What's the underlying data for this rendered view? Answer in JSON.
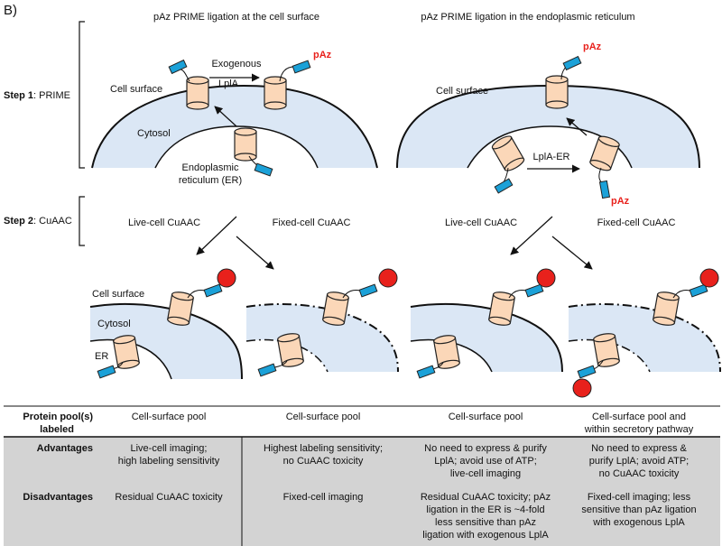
{
  "panel_label": "B)",
  "colors": {
    "cytosol": "#dbe7f5",
    "protein": "#fbd7b8",
    "tag": "#1ba1d8",
    "probe": "#e8211c",
    "pAz": "#e8211c",
    "table_shade": "#d3d3d3"
  },
  "icons": [
    "membrane-protein-icon",
    "lpla-tag-icon",
    "probe-sphere-icon",
    "arrow-icon",
    "bracket-icon"
  ],
  "left_panel": {
    "title": "pAz PRIME ligation at the cell surface",
    "exogenous_line1": "Exogenous",
    "exogenous_line2": "LplA",
    "pAz": "pAz",
    "cell_surface": "Cell surface",
    "cytosol": "Cytosol",
    "er_line1": "Endoplasmic",
    "er_line2": "reticulum (ER)"
  },
  "right_panel": {
    "title": "pAz PRIME ligation in the endoplasmic reticulum",
    "pAz_top": "pAz",
    "cell_surface": "Cell surface",
    "lpla_er": "LplA-ER",
    "pAz_bottom": "pAz"
  },
  "steps": {
    "step1_bold": "Step 1",
    "step1_rest": ": PRIME",
    "step2_bold": "Step 2",
    "step2_rest": ": CuAAC"
  },
  "branches": {
    "live": "Live-cell CuAAC",
    "fixed": "Fixed-cell CuAAC"
  },
  "result_labels": {
    "cell_surface": "Cell surface",
    "cytosol": "Cytosol",
    "er": "ER"
  },
  "table": {
    "row_headers": {
      "pools_line1": "Protein pool(s)",
      "pools_line2": "labeled",
      "advantages": "Advantages",
      "disadvantages": "Disadvantages"
    },
    "pools": {
      "c1": "Cell-surface pool",
      "c2": "Cell-surface pool",
      "c3": "Cell-surface pool",
      "c4_line1": "Cell-surface pool and",
      "c4_line2": "within secretory pathway"
    },
    "advantages": {
      "c1_line1": "Live-cell imaging;",
      "c1_line2": "high labeling sensitivity",
      "c2_line1": "Highest labeling sensitivity;",
      "c2_line2": "no CuAAC toxicity",
      "c3_line1": "No need to express & purify",
      "c3_line2": "LplA; avoid use of ATP;",
      "c3_line3": "live-cell imaging",
      "c4_line1": "No need to express &",
      "c4_line2": "purify LplA; avoid ATP;",
      "c4_line3": "no CuAAC toxicity"
    },
    "disadvantages": {
      "c1": "Residual CuAAC toxicity",
      "c2": "Fixed-cell imaging",
      "c3_line1": "Residual CuAAC toxicity; pAz",
      "c3_line2": "ligation in the ER is ~4-fold",
      "c3_line3": "less sensitive than pAz",
      "c3_line4": "ligation with exogenous LplA",
      "c4_line1": "Fixed-cell imaging; less",
      "c4_line2": "sensitive than pAz ligation",
      "c4_line3": "with exogenous LplA"
    }
  }
}
